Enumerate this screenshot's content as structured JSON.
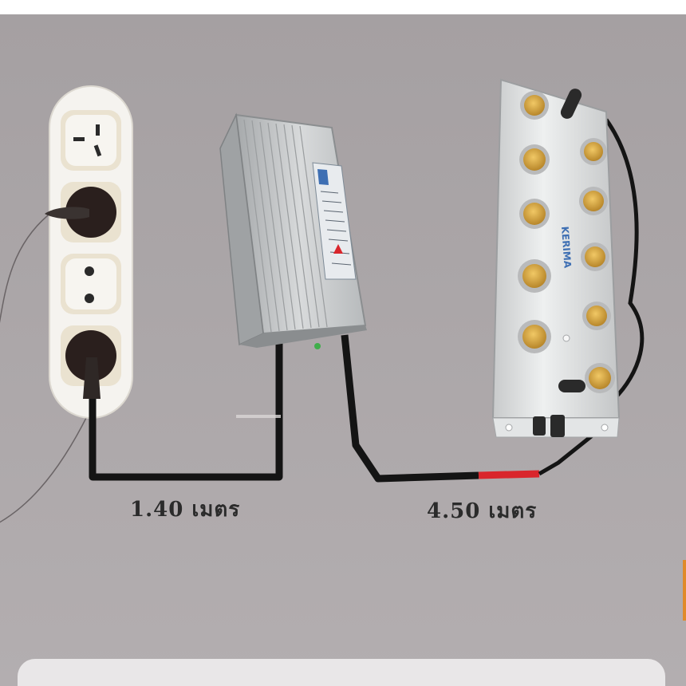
{
  "labels": {
    "cable_1": "1.40 เมตร",
    "cable_2": "4.50 เมตร"
  },
  "device": {
    "brand": "KERIMA"
  },
  "colors": {
    "background": "#a9a4a6",
    "cable": "#141414",
    "red_wire": "#d9262c",
    "power_strip": "#f5f3ef",
    "socket_ring": "#eae2d0",
    "transformer": "#c9ccce",
    "mist_maker": "#dcdedf",
    "transducer": "#d4a43c",
    "accent_tab": "#e08a2a"
  }
}
